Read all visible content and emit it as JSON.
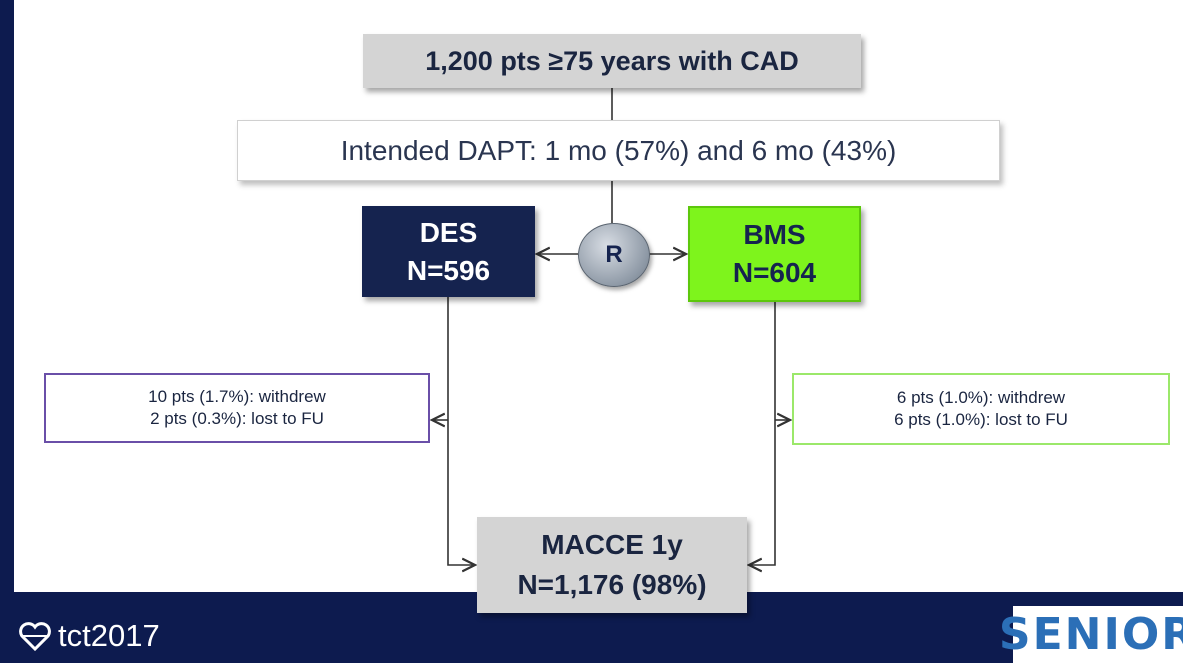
{
  "top": {
    "label": "1,200 pts ≥75 years with CAD"
  },
  "dapt": {
    "label": "Intended DAPT: 1 mo (57%) and 6 mo (43%)"
  },
  "des": {
    "line1": "DES",
    "line2": "N=596"
  },
  "randomize": {
    "label": "R"
  },
  "bms": {
    "line1": "BMS",
    "line2": "N=604"
  },
  "des_exclusions": {
    "line1": "10 pts (1.7%): withdrew",
    "line2": "2 pts (0.3%): lost to FU"
  },
  "bms_exclusions": {
    "line1": "6 pts (1.0%): withdrew",
    "line2": "6 pts (1.0%): lost to FU"
  },
  "outcome": {
    "line1": "MACCE 1y",
    "line2": "N=1,176 (98%)"
  },
  "footer": {
    "conference": "tct2017",
    "trial_logo": "SENIOR"
  },
  "colors": {
    "background": "#0d1b4f",
    "des": "#15234f",
    "bms": "#7ef41c",
    "neutral_box": "#d4d4d4"
  }
}
